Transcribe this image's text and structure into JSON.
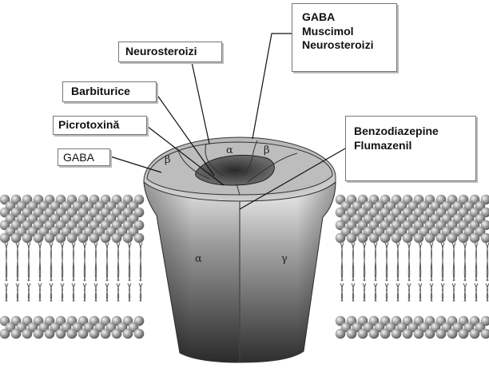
{
  "labels": {
    "agonist_box": [
      "GABA",
      "Muscimol",
      "Neurosteroizi"
    ],
    "neurosteroids": "Neurosteroizi",
    "barbiturates": "Barbiturice",
    "picrotoxin": "Picrotoxină",
    "gaba": "GABA",
    "benzodiazepine_box": [
      "Benzodiazepine",
      "Flumazenil"
    ]
  },
  "subunits": {
    "top_left_beta": "β",
    "top_alpha": "α",
    "top_right_beta": "β",
    "front_alpha": "α",
    "front_gamma": "γ"
  },
  "colors": {
    "label_border": "#777777",
    "lipid_head": "#9a9a9a",
    "channel_dark": "#3a3a3a",
    "channel_light": "#e6e6e6"
  }
}
